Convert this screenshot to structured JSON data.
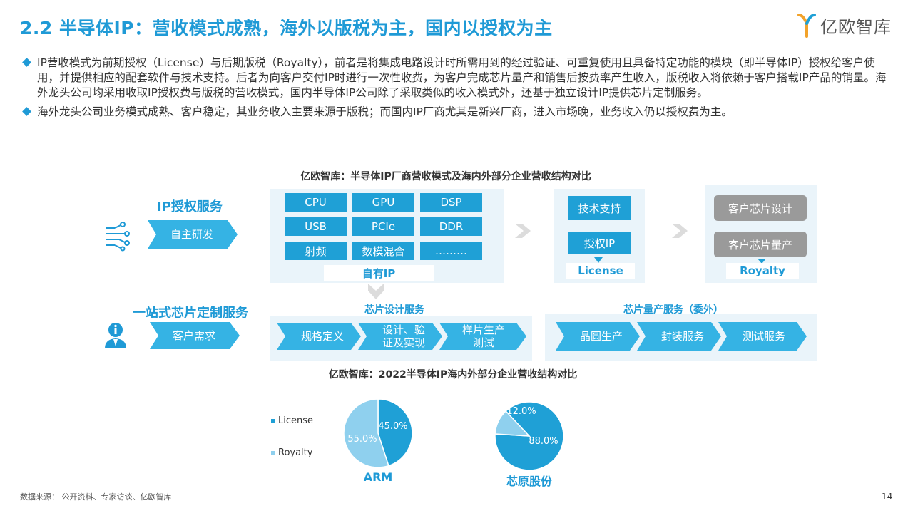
{
  "header": {
    "title": "2.2 半导体IP：营收模式成熟，海外以版税为主，国内以授权为主",
    "logo_text": "亿欧智库"
  },
  "bullets": [
    "IP营收模式为前期授权（License）与后期版税（Royalty），前者是将集成电路设计时所需用到的经过验证、可重复使用且具备特定功能的模块（即半导体IP）授权给客户使用，并提供相应的配套软件与技术支持。后者为向客户交付IP时进行一次性收费，为客户完成芯片量产和销售后按费率产生收入，版税收入将依赖于客户搭载IP产品的销量。海外龙头公司均采用收取IP授权费与版税的营收模式，国内半导体IP公司除了采取类似的收入模式外，还基于独立设计IP提供芯片定制服务。",
    "海外龙头公司业务模式成熟、客户稳定，其业务收入主要来源于版税；而国内IP厂商尤其是新兴厂商，进入市场晚，业务收入仍以授权费为主。"
  ],
  "diagram": {
    "title": "亿欧智库：半导体IP厂商营收模式及海内外部分企业营收结构对比",
    "ip_service": {
      "heading": "IP授权服务",
      "arrow_label": "自主研发",
      "icon": "network-nodes-icon"
    },
    "own_ip": {
      "cells": [
        "CPU",
        "GPU",
        "DSP",
        "USB",
        "PCIe",
        "DDR",
        "射频",
        "数模混合",
        "………"
      ],
      "label": "自有IP"
    },
    "license_box": {
      "support": "技术支持",
      "authorize": "授权IP",
      "label": "License"
    },
    "royalty_box": {
      "design": "客户芯片设计",
      "mass": "客户芯片量产",
      "label": "Royalty"
    },
    "custom_service": {
      "heading": "一站式芯片定制服务",
      "arrow_label": "客户需求",
      "icon": "person-info-icon"
    },
    "chip_design": {
      "title": "芯片设计服务",
      "steps": [
        "规格定义",
        "设计、验\n证及实现",
        "样片生产\n测试"
      ]
    },
    "mass_production": {
      "title": "芯片量产服务（委外）",
      "steps": [
        "晶圆生产",
        "封装服务",
        "测试服务"
      ]
    }
  },
  "chart_title": "亿欧智库：2022半导体IP海内外部分企业营收结构对比",
  "chart_data": [
    {
      "type": "pie",
      "name": "ARM",
      "labels": [
        "License",
        "Royalty"
      ],
      "values": [
        45.0,
        55.0
      ],
      "value_labels": [
        "45.0%",
        "55.0%"
      ]
    },
    {
      "type": "pie",
      "name": "芯原股份",
      "labels": [
        "License",
        "Royalty"
      ],
      "values": [
        88.0,
        12.0
      ],
      "value_labels": [
        "88.0%",
        "12.0%"
      ]
    }
  ],
  "legend": [
    "License",
    "Royalty"
  ],
  "colors": {
    "license": "#1fa0d6",
    "royalty": "#8fd0ee",
    "accent": "#1f9ad6"
  },
  "footer": {
    "source": "数据来源： 公开资料、专家访谈、亿欧智库",
    "page": "14"
  }
}
